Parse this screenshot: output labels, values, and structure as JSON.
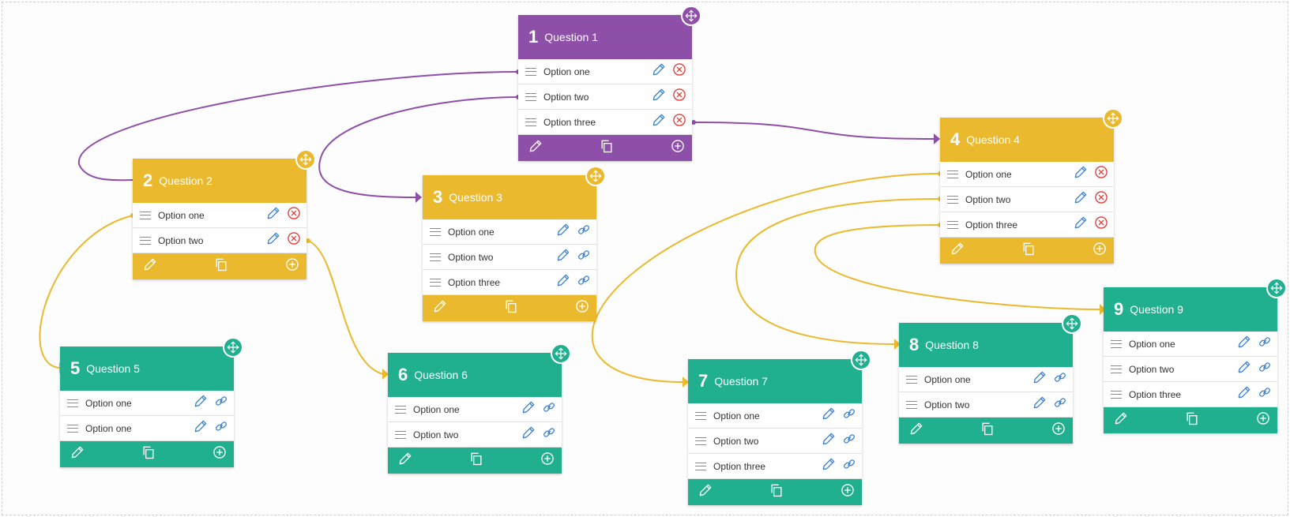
{
  "colors": {
    "purple": "#8e4fa8",
    "yellow": "#ebb92e",
    "green": "#20b08f",
    "edit_blue": "#3b82d6",
    "delete_red": "#e53935"
  },
  "icons": {
    "move": "move-arrows-icon",
    "drag": "drag-handle-icon",
    "edit": "pencil-icon",
    "delete": "close-circle-icon",
    "link": "link-icon",
    "duplicate": "copy-icon",
    "add": "plus-circle-icon"
  },
  "questions": [
    {
      "number": "1",
      "title": "Question 1",
      "color": "purple",
      "options": [
        "Option one",
        "Option two",
        "Option three"
      ],
      "option_action": "delete"
    },
    {
      "number": "2",
      "title": "Question 2",
      "color": "yellow",
      "options": [
        "Option one",
        "Option two"
      ],
      "option_action": "delete"
    },
    {
      "number": "3",
      "title": "Question 3",
      "color": "yellow",
      "options": [
        "Option one",
        "Option two",
        "Option three"
      ],
      "option_action": "link"
    },
    {
      "number": "4",
      "title": "Question 4",
      "color": "yellow",
      "options": [
        "Option one",
        "Option two",
        "Option three"
      ],
      "option_action": "delete"
    },
    {
      "number": "5",
      "title": "Question 5",
      "color": "green",
      "options": [
        "Option one",
        "Option one"
      ],
      "option_action": "link"
    },
    {
      "number": "6",
      "title": "Question 6",
      "color": "green",
      "options": [
        "Option one",
        "Option two"
      ],
      "option_action": "link"
    },
    {
      "number": "7",
      "title": "Question 7",
      "color": "green",
      "options": [
        "Option one",
        "Option two",
        "Option three"
      ],
      "option_action": "link"
    },
    {
      "number": "8",
      "title": "Question 8",
      "color": "green",
      "options": [
        "Option one",
        "Option two"
      ],
      "option_action": "link"
    },
    {
      "number": "9",
      "title": "Question 9",
      "color": "green",
      "options": [
        "Option one",
        "Option two",
        "Option three"
      ],
      "option_action": "link"
    }
  ],
  "connections": [
    {
      "from_question": "1",
      "from_option": "Option one",
      "to_question": "2"
    },
    {
      "from_question": "1",
      "from_option": "Option two",
      "to_question": "3"
    },
    {
      "from_question": "1",
      "from_option": "Option three",
      "to_question": "4"
    },
    {
      "from_question": "2",
      "from_option": "Option one",
      "to_question": "5"
    },
    {
      "from_question": "2",
      "from_option": "Option two",
      "to_question": "6"
    },
    {
      "from_question": "4",
      "from_option": "Option one",
      "to_question": "7"
    },
    {
      "from_question": "4",
      "from_option": "Option two",
      "to_question": "8"
    },
    {
      "from_question": "4",
      "from_option": "Option three",
      "to_question": "9"
    }
  ]
}
